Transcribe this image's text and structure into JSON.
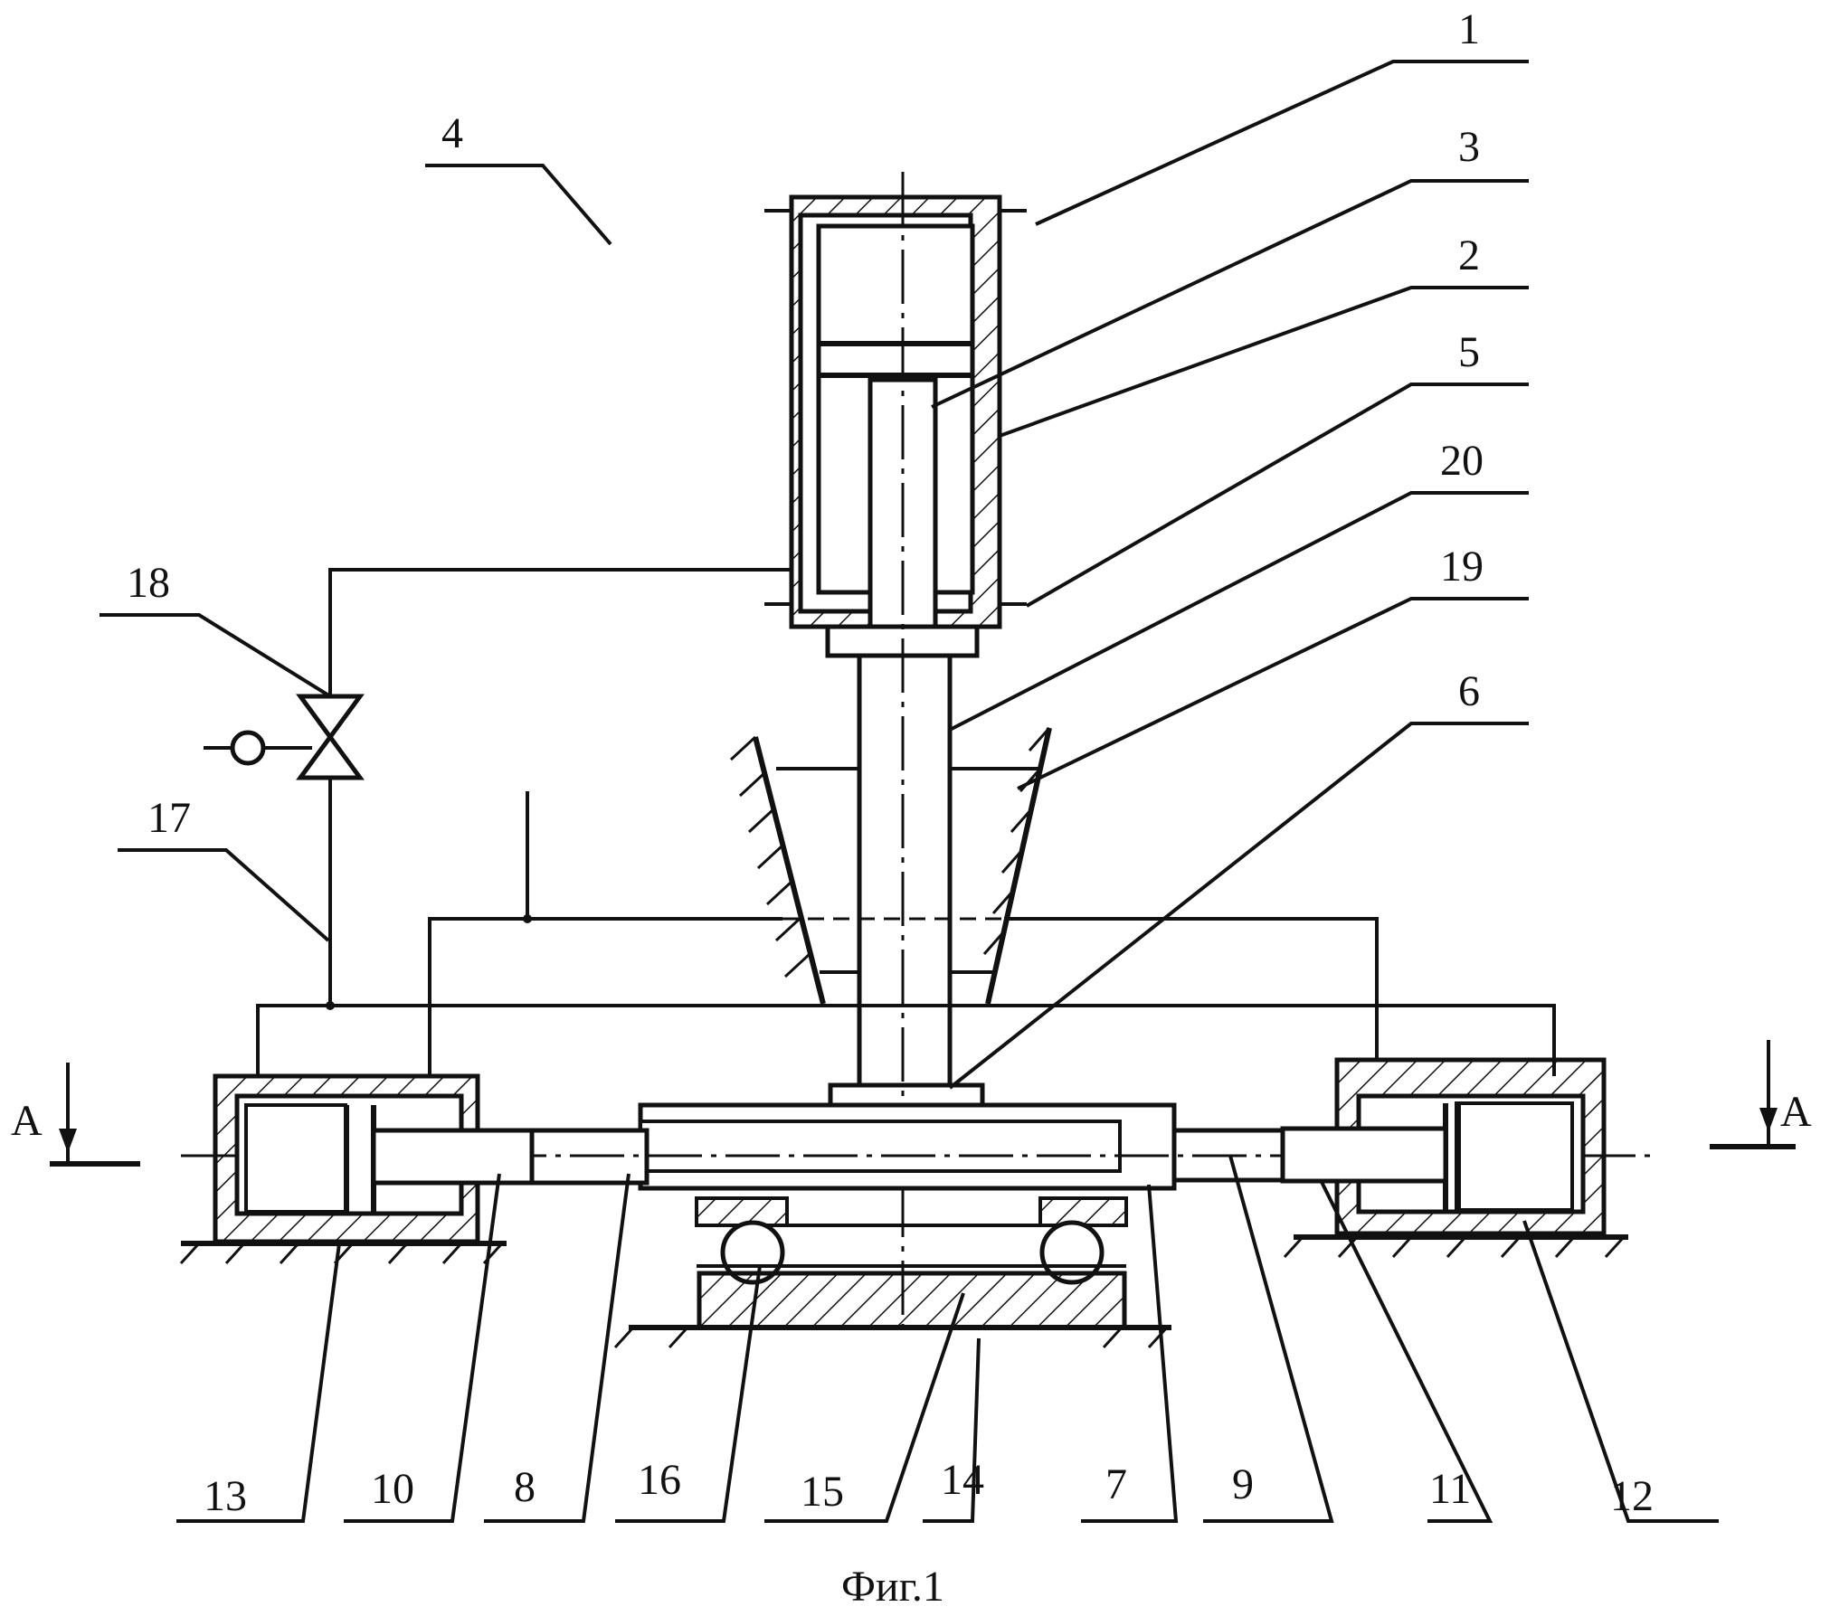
{
  "figure_caption": "Фиг.1",
  "section_marks": {
    "left": "А",
    "right": "А"
  },
  "labels": {
    "l1": "1",
    "l2": "2",
    "l3": "3",
    "l4": "4",
    "l5": "5",
    "l6": "6",
    "l7": "7",
    "l8": "8",
    "l9": "9",
    "l10": "10",
    "l11": "11",
    "l12": "12",
    "l13": "13",
    "l14": "14",
    "l15": "15",
    "l16": "16",
    "l17": "17",
    "l18": "18",
    "l19": "19",
    "l20": "20"
  },
  "colors": {
    "ink": "#111111",
    "background": "#ffffff"
  }
}
